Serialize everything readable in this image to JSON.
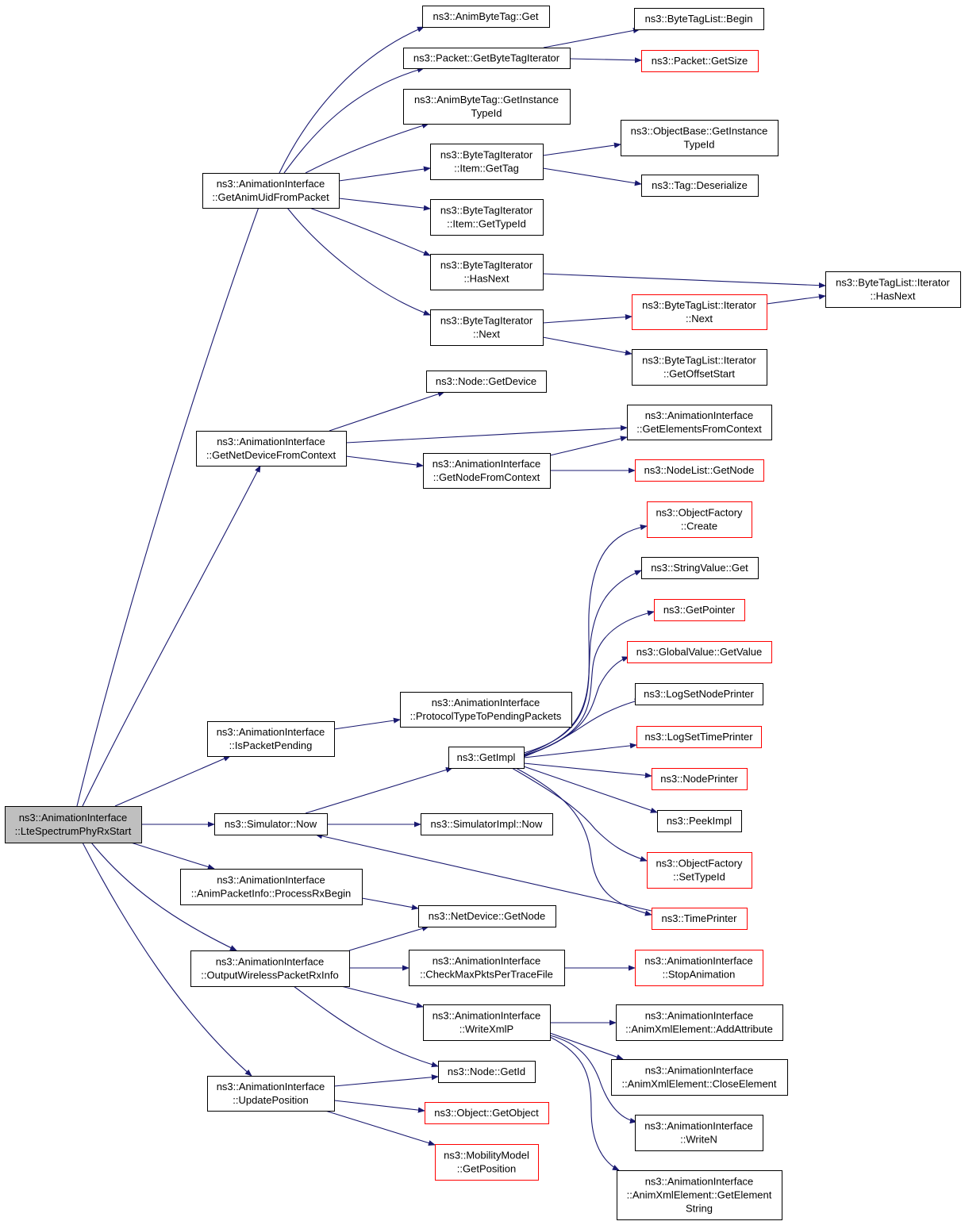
{
  "colors": {
    "edge": "#191970",
    "border_normal": "#000000",
    "border_truncated": "#ff0000",
    "root_fill": "#bfbfbf",
    "fill": "#ffffff"
  },
  "nodes": [
    {
      "id": "root",
      "lines": [
        "ns3::AnimationInterface",
        "::LteSpectrumPhyRxStart"
      ],
      "style": "root"
    },
    {
      "id": "getAnimUid",
      "lines": [
        "ns3::AnimationInterface",
        "::GetAnimUidFromPacket"
      ],
      "style": "normal"
    },
    {
      "id": "getNetDevice",
      "lines": [
        "ns3::AnimationInterface",
        "::GetNetDeviceFromContext"
      ],
      "style": "normal"
    },
    {
      "id": "isPacketPending",
      "lines": [
        "ns3::AnimationInterface",
        "::IsPacketPending"
      ],
      "style": "normal"
    },
    {
      "id": "simNow",
      "lines": [
        "ns3::Simulator::Now"
      ],
      "style": "normal"
    },
    {
      "id": "processRxBegin",
      "lines": [
        "ns3::AnimationInterface",
        "::AnimPacketInfo::ProcessRxBegin"
      ],
      "style": "normal"
    },
    {
      "id": "outputWireless",
      "lines": [
        "ns3::AnimationInterface",
        "::OutputWirelessPacketRxInfo"
      ],
      "style": "normal"
    },
    {
      "id": "updatePosition",
      "lines": [
        "ns3::AnimationInterface",
        "::UpdatePosition"
      ],
      "style": "normal"
    },
    {
      "id": "animByteTagGet",
      "lines": [
        "ns3::AnimByteTag::Get"
      ],
      "style": "normal"
    },
    {
      "id": "packetGetBTI",
      "lines": [
        "ns3::Packet::GetByteTagIterator"
      ],
      "style": "normal"
    },
    {
      "id": "animByteTagGIT",
      "lines": [
        "ns3::AnimByteTag::GetInstance",
        "TypeId"
      ],
      "style": "normal"
    },
    {
      "id": "btiItemGetTag",
      "lines": [
        "ns3::ByteTagIterator",
        "::Item::GetTag"
      ],
      "style": "normal"
    },
    {
      "id": "btiItemGetTypeId",
      "lines": [
        "ns3::ByteTagIterator",
        "::Item::GetTypeId"
      ],
      "style": "normal"
    },
    {
      "id": "btiHasNext",
      "lines": [
        "ns3::ByteTagIterator",
        "::HasNext"
      ],
      "style": "normal"
    },
    {
      "id": "btiNext",
      "lines": [
        "ns3::ByteTagIterator",
        "::Next"
      ],
      "style": "normal"
    },
    {
      "id": "btlBegin",
      "lines": [
        "ns3::ByteTagList::Begin"
      ],
      "style": "normal"
    },
    {
      "id": "packetGetSize",
      "lines": [
        "ns3::Packet::GetSize"
      ],
      "style": "truncated"
    },
    {
      "id": "objectBaseGIT",
      "lines": [
        "ns3::ObjectBase::GetInstance",
        "TypeId"
      ],
      "style": "normal"
    },
    {
      "id": "tagDeserialize",
      "lines": [
        "ns3::Tag::Deserialize"
      ],
      "style": "normal"
    },
    {
      "id": "btlIterHasNext",
      "lines": [
        "ns3::ByteTagList::Iterator",
        "::HasNext"
      ],
      "style": "normal"
    },
    {
      "id": "btlIterNext",
      "lines": [
        "ns3::ByteTagList::Iterator",
        "::Next"
      ],
      "style": "truncated"
    },
    {
      "id": "btlIterGetOffset",
      "lines": [
        "ns3::ByteTagList::Iterator",
        "::GetOffsetStart"
      ],
      "style": "normal"
    },
    {
      "id": "nodeGetDevice",
      "lines": [
        "ns3::Node::GetDevice"
      ],
      "style": "normal"
    },
    {
      "id": "getElementsFromCtx",
      "lines": [
        "ns3::AnimationInterface",
        "::GetElementsFromContext"
      ],
      "style": "normal"
    },
    {
      "id": "getNodeFromCtx",
      "lines": [
        "ns3::AnimationInterface",
        "::GetNodeFromContext"
      ],
      "style": "normal"
    },
    {
      "id": "nodeListGetNode",
      "lines": [
        "ns3::NodeList::GetNode"
      ],
      "style": "truncated"
    },
    {
      "id": "protoTypeToPending",
      "lines": [
        "ns3::AnimationInterface",
        "::ProtocolTypeToPendingPackets"
      ],
      "style": "normal"
    },
    {
      "id": "getImpl",
      "lines": [
        "ns3::GetImpl"
      ],
      "style": "normal"
    },
    {
      "id": "simImplNow",
      "lines": [
        "ns3::SimulatorImpl::Now"
      ],
      "style": "normal"
    },
    {
      "id": "objFactoryCreate",
      "lines": [
        "ns3::ObjectFactory",
        "::Create"
      ],
      "style": "truncated"
    },
    {
      "id": "stringValueGet",
      "lines": [
        "ns3::StringValue::Get"
      ],
      "style": "normal"
    },
    {
      "id": "getPointer",
      "lines": [
        "ns3::GetPointer"
      ],
      "style": "truncated"
    },
    {
      "id": "globalValueGetValue",
      "lines": [
        "ns3::GlobalValue::GetValue"
      ],
      "style": "truncated"
    },
    {
      "id": "logSetNodePrinter",
      "lines": [
        "ns3::LogSetNodePrinter"
      ],
      "style": "normal"
    },
    {
      "id": "logSetTimePrinter",
      "lines": [
        "ns3::LogSetTimePrinter"
      ],
      "style": "truncated"
    },
    {
      "id": "nodePrinter",
      "lines": [
        "ns3::NodePrinter"
      ],
      "style": "truncated"
    },
    {
      "id": "peekImpl",
      "lines": [
        "ns3::PeekImpl"
      ],
      "style": "normal"
    },
    {
      "id": "objFactorySetTypeId",
      "lines": [
        "ns3::ObjectFactory",
        "::SetTypeId"
      ],
      "style": "truncated"
    },
    {
      "id": "timePrinter",
      "lines": [
        "ns3::TimePrinter"
      ],
      "style": "truncated"
    },
    {
      "id": "netDeviceGetNode",
      "lines": [
        "ns3::NetDevice::GetNode"
      ],
      "style": "normal"
    },
    {
      "id": "checkMaxPkts",
      "lines": [
        "ns3::AnimationInterface",
        "::CheckMaxPktsPerTraceFile"
      ],
      "style": "normal"
    },
    {
      "id": "stopAnimation",
      "lines": [
        "ns3::AnimationInterface",
        "::StopAnimation"
      ],
      "style": "truncated"
    },
    {
      "id": "writeXmlP",
      "lines": [
        "ns3::AnimationInterface",
        "::WriteXmlP"
      ],
      "style": "normal"
    },
    {
      "id": "addAttribute",
      "lines": [
        "ns3::AnimationInterface",
        "::AnimXmlElement::AddAttribute"
      ],
      "style": "normal"
    },
    {
      "id": "closeElement",
      "lines": [
        "ns3::AnimationInterface",
        "::AnimXmlElement::CloseElement"
      ],
      "style": "normal"
    },
    {
      "id": "writeN",
      "lines": [
        "ns3::AnimationInterface",
        "::WriteN"
      ],
      "style": "normal"
    },
    {
      "id": "getElementString",
      "lines": [
        "ns3::AnimationInterface",
        "::AnimXmlElement::GetElement",
        "String"
      ],
      "style": "normal"
    },
    {
      "id": "nodeGetId",
      "lines": [
        "ns3::Node::GetId"
      ],
      "style": "normal"
    },
    {
      "id": "objectGetObject",
      "lines": [
        "ns3::Object::GetObject"
      ],
      "style": "truncated"
    },
    {
      "id": "mobilityGetPosition",
      "lines": [
        "ns3::MobilityModel",
        "::GetPosition"
      ],
      "style": "truncated"
    }
  ]
}
